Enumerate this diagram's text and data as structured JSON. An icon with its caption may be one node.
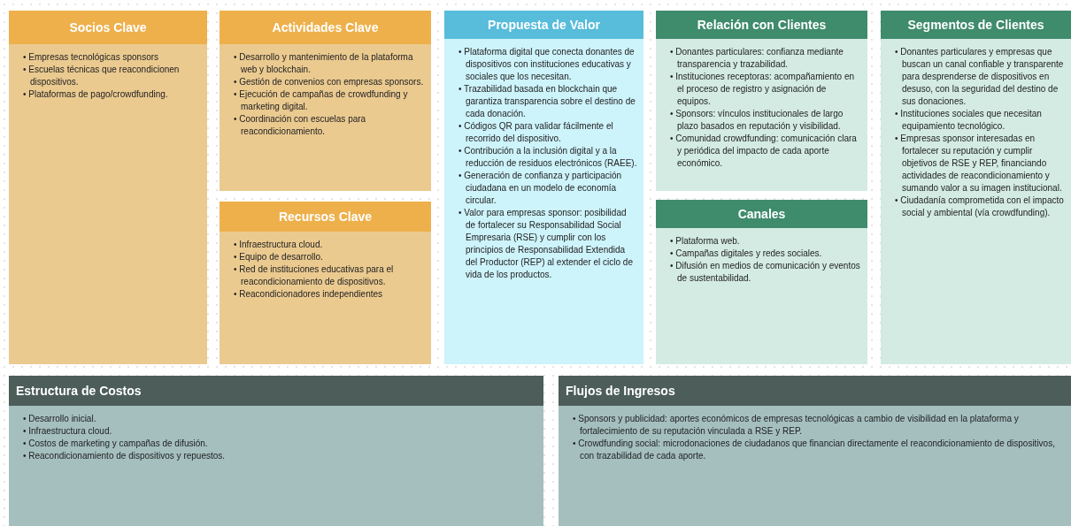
{
  "diagram": {
    "nodes": [
      {
        "text": [
          "Socios Clave",
          "• Empresas tecnológicas sponsors",
          "• Escuelas técnicas que reacondicionen dispositivos.",
          "• Plataformas de pago/crowdfunding."
        ]
      },
      {
        "text": [
          "Actividades Clave",
          "• Desarrollo y mantenimiento de la plataforma web y blockchain.",
          "• Gestión de convenios con empresas sponsors.",
          "• Ejecución de campañas de crowdfunding y marketing digital.",
          "• Coordinación con escuelas para reacondicionamiento."
        ]
      },
      {
        "text": [
          "Recursos Clave",
          "• Infraestructura cloud.",
          "• Equipo de desarrollo.",
          "• Red de instituciones educativas para el reacondicionamiento de dispositivos.",
          "• Reacondicionadores independientes"
        ]
      },
      {
        "text": [
          "Propuesta de Valor",
          "• Plataforma digital que conecta donantes de dispositivos con instituciones educativas y sociales que los necesitan.",
          "• Trazabilidad basada en blockchain que garantiza transparencia sobre el destino de cada donación.",
          "• Códigos QR para validar fácilmente el recorrido del dispositivo.",
          "• Contribución a la inclusión digital y a la reducción de residuos electrónicos (RAEE).",
          "• Generación de confianza y participación ciudadana en un modelo de economía circular.",
          "• Valor para empresas sponsor: posibilidad de fortalecer su Responsabilidad Social Empresaria (RSE) y cumplir con los principios de Responsabilidad Extendida del Productor (REP) al extender el ciclo de vida de los productos."
        ]
      },
      {
        "text": [
          "Relación con Clientes",
          "• Donantes particulares: confianza mediante transparencia y trazabilidad.",
          "• Instituciones receptoras: acompañamiento en el proceso de registro y asignación de equipos.",
          "• Sponsors: vínculos institucionales de largo plazo basados en reputación y visibilidad.",
          "• Comunidad crowdfunding: comunicación clara y periódica del impacto de cada aporte económico."
        ]
      },
      {
        "text": [
          "Canales",
          "• Plataforma web.",
          "• Campañas digitales y redes sociales.",
          "• Difusión en medios de comunicación y eventos de sustentabilidad."
        ]
      },
      {
        "text": [
          "Segmentos de Clientes",
          "• Donantes particulares y empresas que buscan un canal confiable y transparente para desprenderse de dispositivos en desuso, con la seguridad del destino de sus donaciones.",
          "• Instituciones sociales que necesitan equipamiento tecnológico.",
          "• Empresas sponsor interesadas en fortalecer su reputación y cumplir objetivos de RSE y REP, financiando actividades de reacondicionamiento y sumando valor a su imagen institucional.",
          "• Ciudadanía comprometida con el impacto social y ambiental (vía crowdfunding)."
        ]
      },
      {
        "text": [
          "Estructura de Costos",
          "• Desarrollo inicial.",
          "• Infraestructura cloud.",
          "• Costos de marketing y campañas de difusión.",
          "• Reacondicionamiento de dispositivos y repuestos."
        ]
      },
      {
        "text": [
          "Flujos de Ingresos",
          "• Sponsors y publicidad: aportes económicos de empresas tecnológicas a cambio de visibilidad en la plataforma y fortalecimiento de su reputación vinculada a RSE y REP.",
          "• Crowdfunding social: microdonaciones de ciudadanos que financian directamente el reacondicionamiento de dispositivos, con trazabilidad de cada aporte."
        ]
      }
    ]
  }
}
